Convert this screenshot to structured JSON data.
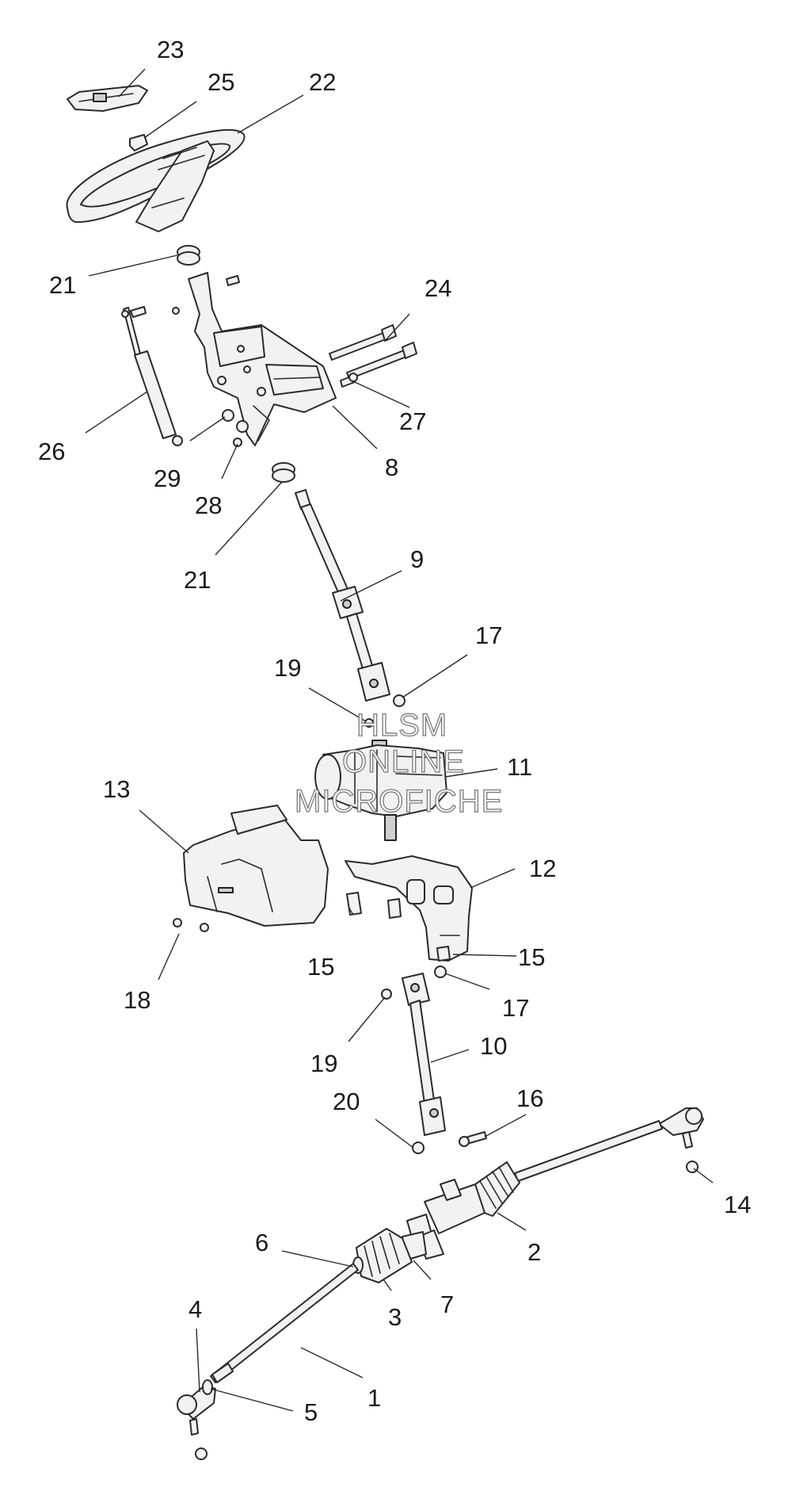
{
  "watermark": {
    "line1": "HLSM",
    "line2": "ONLINE",
    "line3": "MICROFICHE"
  },
  "callouts": {
    "c1": "1",
    "c2": "2",
    "c3": "3",
    "c4": "4",
    "c5": "5",
    "c6": "6",
    "c7": "7",
    "c8": "8",
    "c9": "9",
    "c10": "10",
    "c11": "11",
    "c12": "12",
    "c13": "13",
    "c14": "14",
    "c15a": "15",
    "c15b": "15",
    "c16": "16",
    "c17a": "17",
    "c17b": "17",
    "c18": "18",
    "c19a": "19",
    "c19b": "19",
    "c20": "20",
    "c21a": "21",
    "c21b": "21",
    "c22": "22",
    "c23": "23",
    "c24": "24",
    "c25": "25",
    "c26": "26",
    "c27": "27",
    "c28": "28",
    "c29": "29"
  },
  "colors": {
    "line": "#2b2b2b",
    "part_fill": "#f2f2f2",
    "background": "#ffffff"
  }
}
